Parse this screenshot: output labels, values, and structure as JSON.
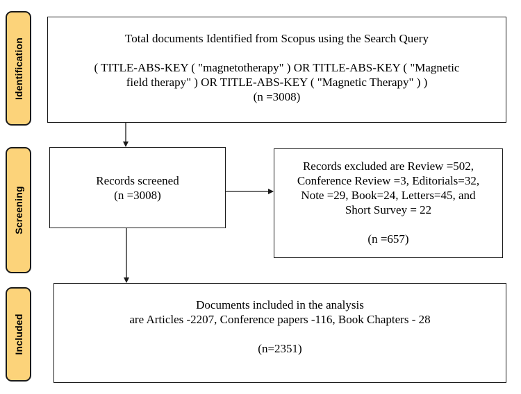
{
  "stages": {
    "identification": "Identification",
    "screening": "Screening",
    "included": "Included"
  },
  "identified": {
    "line1": "Total documents Identified from Scopus using the Search Query",
    "query_line1": "( TITLE-ABS-KEY ( \"magnetotherapy\" ) OR TITLE-ABS-KEY ( \"Magnetic",
    "query_line2": "field therapy\" ) OR TITLE-ABS-KEY ( \"Magnetic Therapy\" ) )",
    "count": "(n =3008)"
  },
  "screened": {
    "line1": "Records screened",
    "count": "(n =3008)"
  },
  "excluded": {
    "line1": "Records excluded are Review =502,",
    "line2": "Conference Review =3, Editorials=32,",
    "line3": "Note =29, Book=24, Letters=45, and",
    "line4": "Short Survey  = 22",
    "count": "(n =657)"
  },
  "included": {
    "line1": "Documents included in the analysis",
    "line2": "are Articles -2207, Conference papers -116, Book Chapters - 28",
    "count": "(n=2351)"
  },
  "colors": {
    "stage_fill": "#fcd37a",
    "border": "#1a1a1a"
  }
}
